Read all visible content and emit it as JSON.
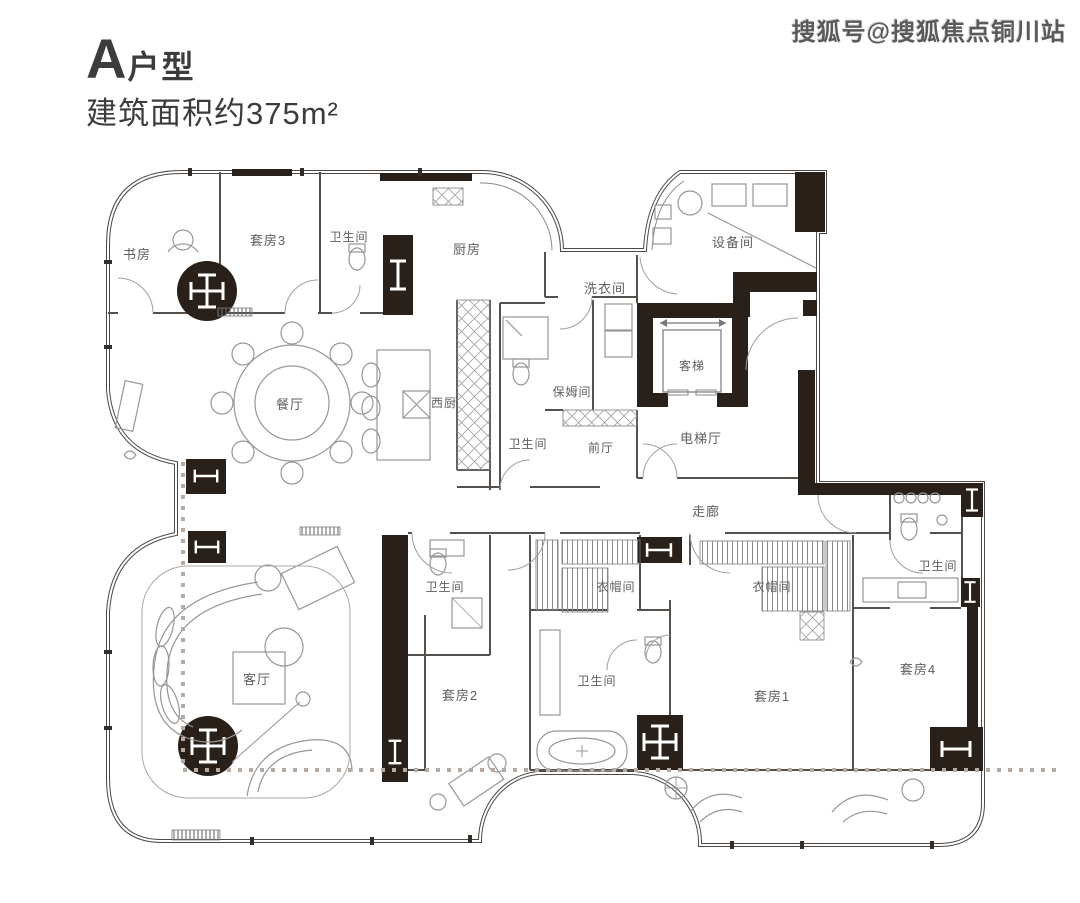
{
  "header": {
    "type_label": "A",
    "type_suffix": "户型",
    "area_text": "建筑面积约375m²"
  },
  "watermark": {
    "text": "搜狐号@搜狐焦点铜川站"
  },
  "floor_plan": {
    "rooms": [
      {
        "id": "study",
        "label": "书房"
      },
      {
        "id": "suite3",
        "label": "套房3"
      },
      {
        "id": "bath-suite3",
        "label": "卫生间"
      },
      {
        "id": "kitchen",
        "label": "厨房"
      },
      {
        "id": "equipment-room",
        "label": "设备间"
      },
      {
        "id": "laundry",
        "label": "洗衣间"
      },
      {
        "id": "passenger-elevator",
        "label": "客梯"
      },
      {
        "id": "nanny-room",
        "label": "保姆间"
      },
      {
        "id": "dining",
        "label": "餐厅"
      },
      {
        "id": "west-kitchen",
        "label": "西厨"
      },
      {
        "id": "bath-middle",
        "label": "卫生间"
      },
      {
        "id": "front-hall",
        "label": "前厅"
      },
      {
        "id": "elevator-hall",
        "label": "电梯厅"
      },
      {
        "id": "corridor",
        "label": "走廊"
      },
      {
        "id": "bath-suite2",
        "label": "卫生间"
      },
      {
        "id": "closet-left",
        "label": "衣帽间"
      },
      {
        "id": "closet-right",
        "label": "衣帽间"
      },
      {
        "id": "bath-suite4",
        "label": "卫生间"
      },
      {
        "id": "living-room",
        "label": "客厅"
      },
      {
        "id": "suite2",
        "label": "套房2"
      },
      {
        "id": "bath-master",
        "label": "卫生间"
      },
      {
        "id": "suite1",
        "label": "套房1"
      },
      {
        "id": "suite4",
        "label": "套房4"
      }
    ]
  }
}
